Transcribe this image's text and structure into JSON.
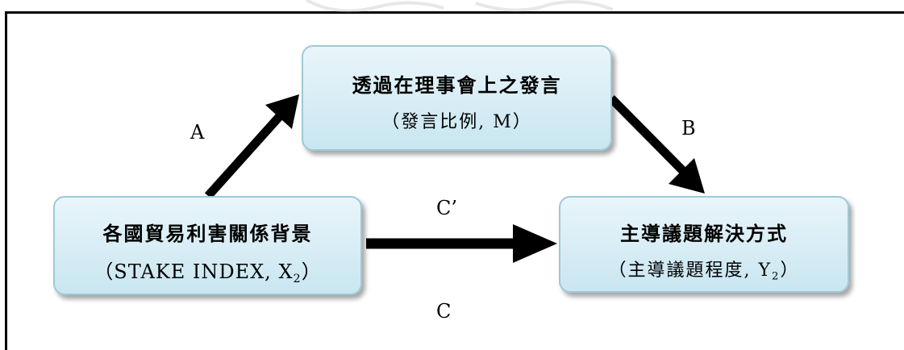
{
  "nodes": {
    "mediator": {
      "title": "透過在理事會上之發言",
      "sub": "（發言比例, M）"
    },
    "independent": {
      "title": "各國貿易利害關係背景",
      "sub_prefix": "（STAKE INDEX, X",
      "sub_index": "2",
      "sub_suffix": "）"
    },
    "dependent": {
      "title": "主導議題解決方式",
      "sub_prefix": "（主導議題程度, Y",
      "sub_index": "2",
      "sub_suffix": "）"
    }
  },
  "path_labels": {
    "a": "A",
    "b": "B",
    "c_prime": "C’",
    "c": "C"
  },
  "colors": {
    "node_fill_top": "#e9f5fa",
    "node_fill_bottom": "#c9e6f1",
    "node_border": "#9fc9d6",
    "arrow": "#000000"
  }
}
